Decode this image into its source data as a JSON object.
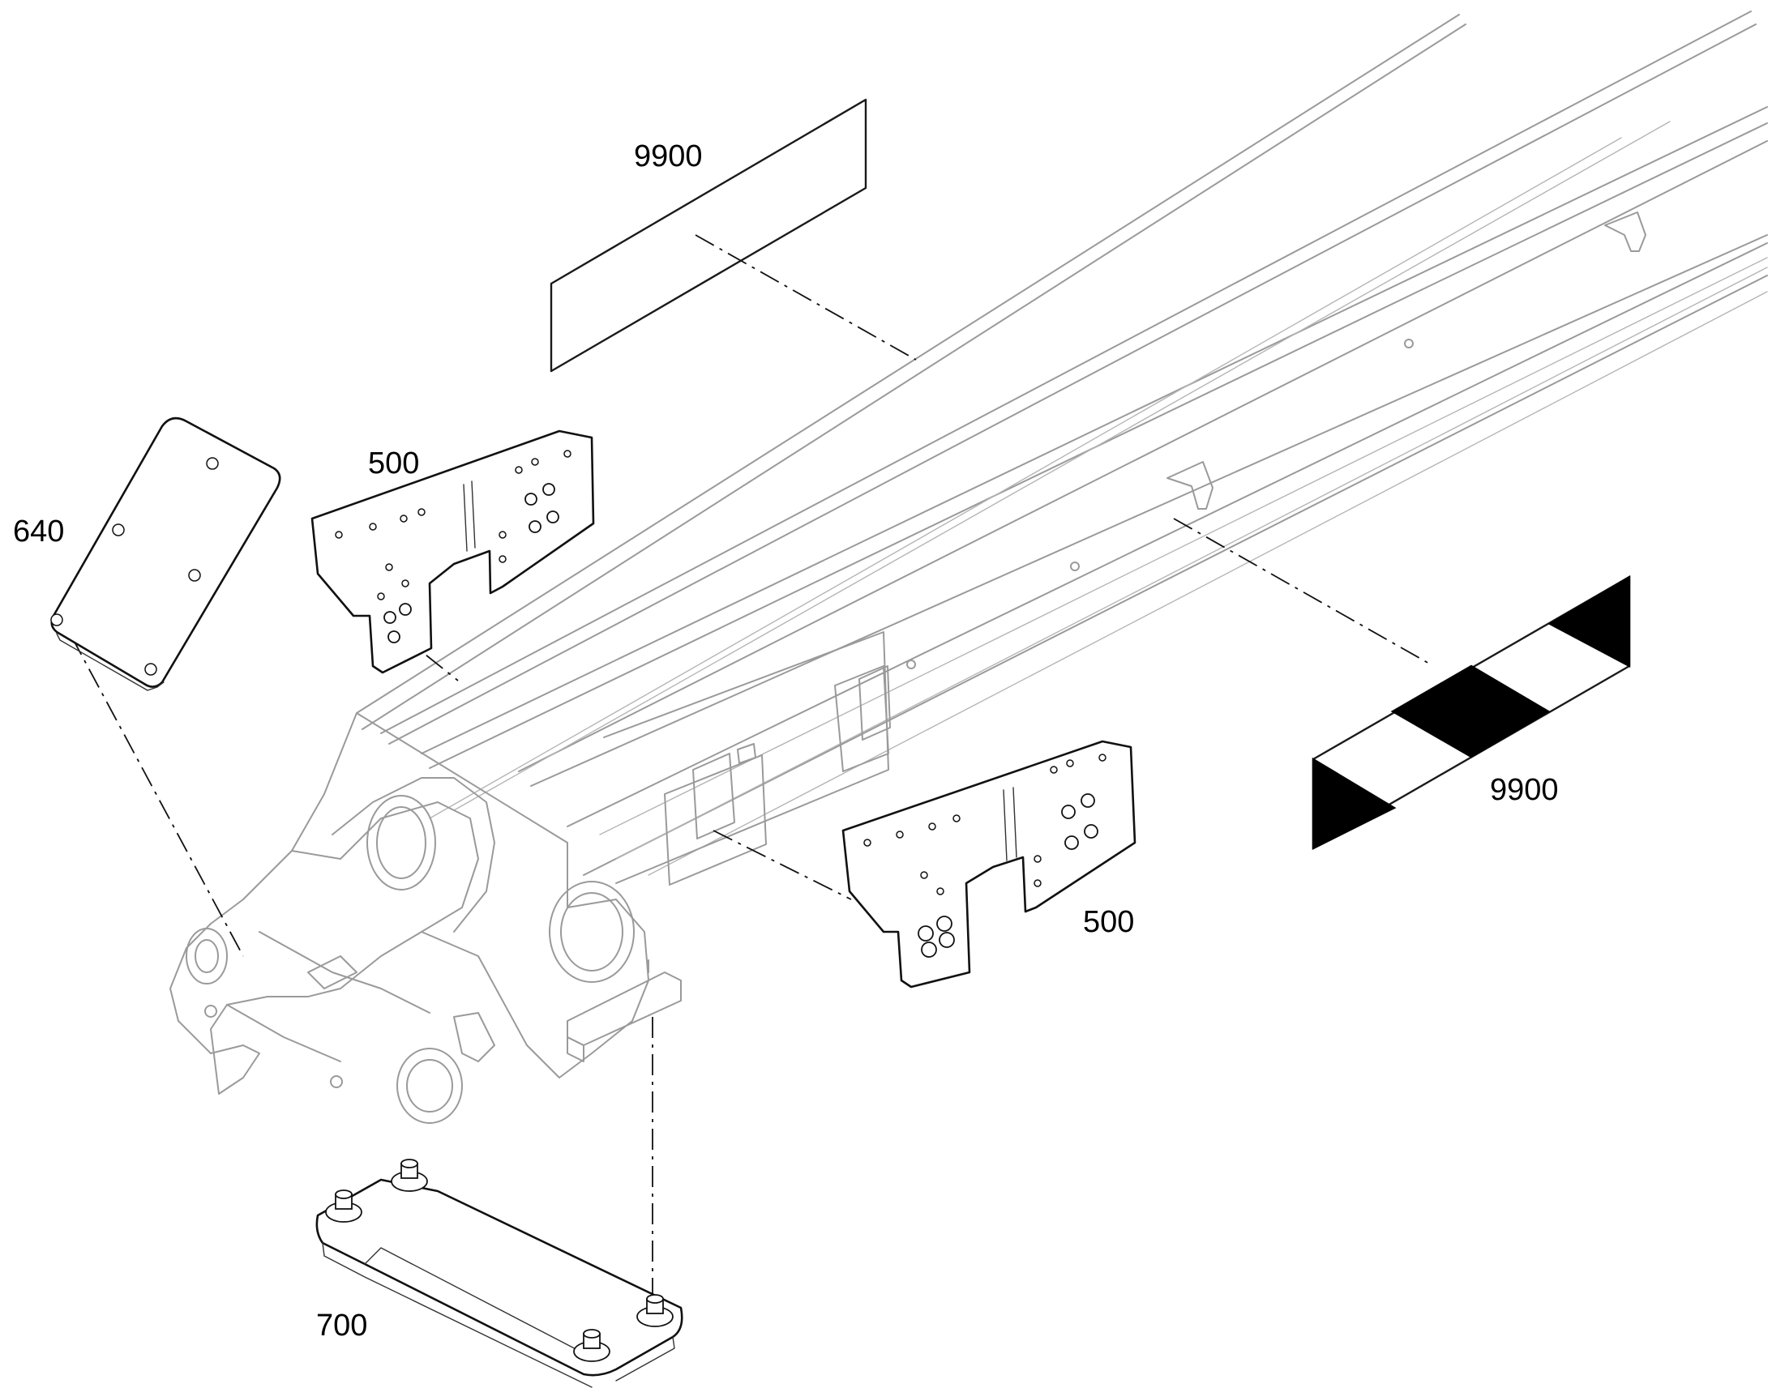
{
  "callouts": {
    "decal_top": "9900",
    "decal_striped": "9900",
    "bracket_upper": "500",
    "bracket_lower": "500",
    "cover_plate": "640",
    "skid_plate": "700"
  },
  "colors": {
    "line": "#000000",
    "boom_line": "#9a9a9a",
    "background": "#ffffff"
  }
}
